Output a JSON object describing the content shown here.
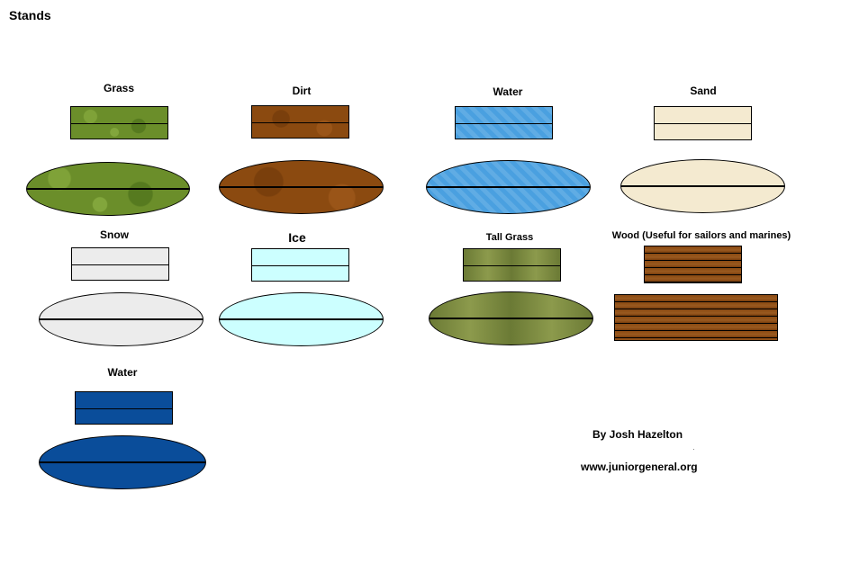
{
  "page": {
    "title": "Stands"
  },
  "stands": [
    {
      "label": "Grass",
      "texture": "grass"
    },
    {
      "label": "Dirt",
      "texture": "dirt"
    },
    {
      "label": "Water",
      "texture": "light-water"
    },
    {
      "label": "Sand",
      "texture": "sand"
    },
    {
      "label": "Snow",
      "texture": "snow"
    },
    {
      "label": "Ice",
      "texture": "ice"
    },
    {
      "label": "Tall Grass",
      "texture": "tall-grass"
    },
    {
      "label": "Wood (Useful for sailors and marines)",
      "texture": "wood"
    },
    {
      "label": "Water",
      "texture": "deep-water"
    }
  ],
  "credits": {
    "author": "By Josh Hazelton",
    "website": "www.juniorgeneral.org"
  },
  "colors": {
    "grass": "#6b8e2a",
    "dirt": "#8b4a10",
    "light_water": "#4aa0e0",
    "sand": "#f4ead0",
    "snow": "#ececec",
    "ice": "#ccffff",
    "tall_grass": "#7a8a40",
    "deep_water": "#0a4d9a",
    "wood": "#8b4a12"
  }
}
